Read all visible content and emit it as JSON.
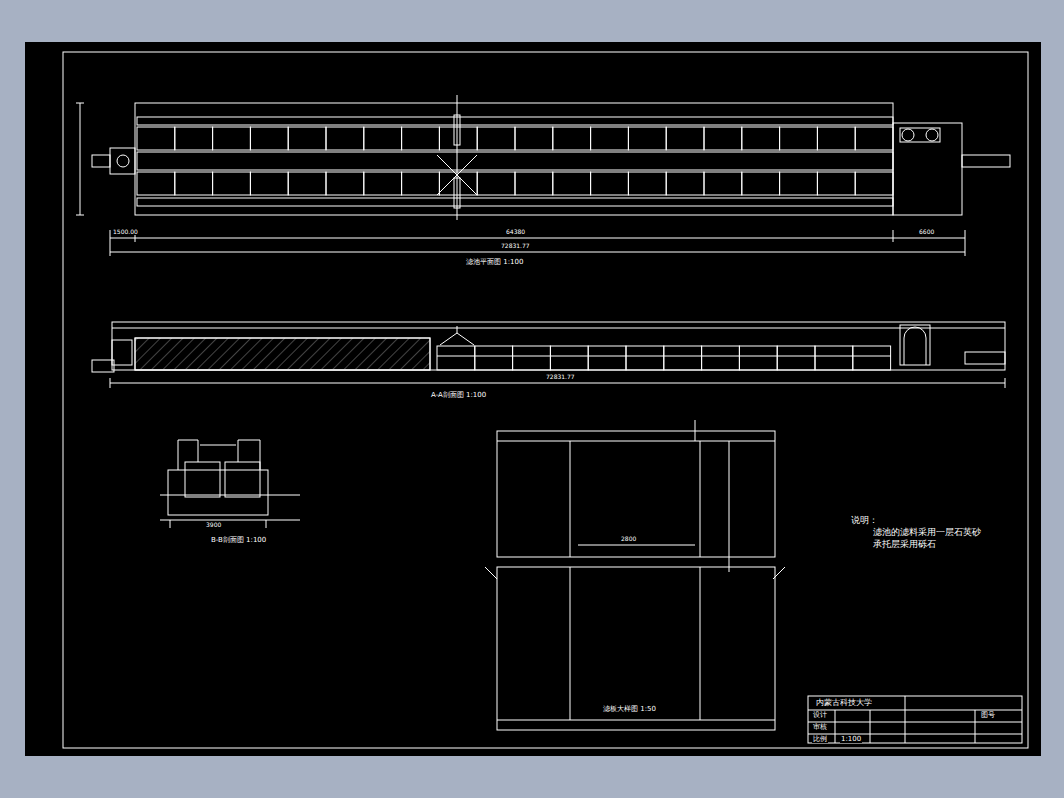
{
  "diagram": {
    "labels": [
      "滤池平面图 1:100",
      "A-A剖面图 1:100",
      "B-B剖面图 1:100",
      "滤板大样图 1:50",
      "说明：",
      "滤池的滤料采用一层石英砂",
      "承托层采用砾石",
      "内蒙古科技大学",
      "64380",
      "72831.77",
      "72831.77",
      "2800",
      "6600",
      "1500.00",
      "3900",
      "设计",
      "审核",
      "比例",
      "1:100",
      "图号"
    ]
  }
}
